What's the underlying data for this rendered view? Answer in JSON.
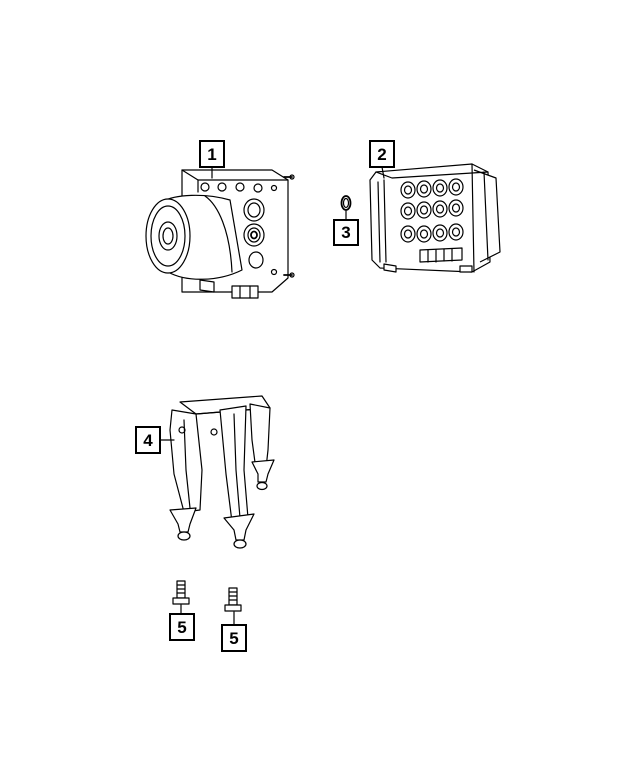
{
  "callouts": [
    {
      "id": "1",
      "label": "1"
    },
    {
      "id": "2",
      "label": "2"
    },
    {
      "id": "3",
      "label": "3"
    },
    {
      "id": "4",
      "label": "4"
    },
    {
      "id": "5a",
      "label": "5"
    },
    {
      "id": "5b",
      "label": "5"
    }
  ],
  "parts": [
    {
      "callout": "1",
      "icon": "abs-modulator-unit"
    },
    {
      "callout": "2",
      "icon": "abs-control-module"
    },
    {
      "callout": "3",
      "icon": "o-ring-seal"
    },
    {
      "callout": "4",
      "icon": "mounting-bracket"
    },
    {
      "callout": "5",
      "icon": "bolt"
    }
  ],
  "colors": {
    "line": "#000000",
    "background": "#ffffff"
  }
}
